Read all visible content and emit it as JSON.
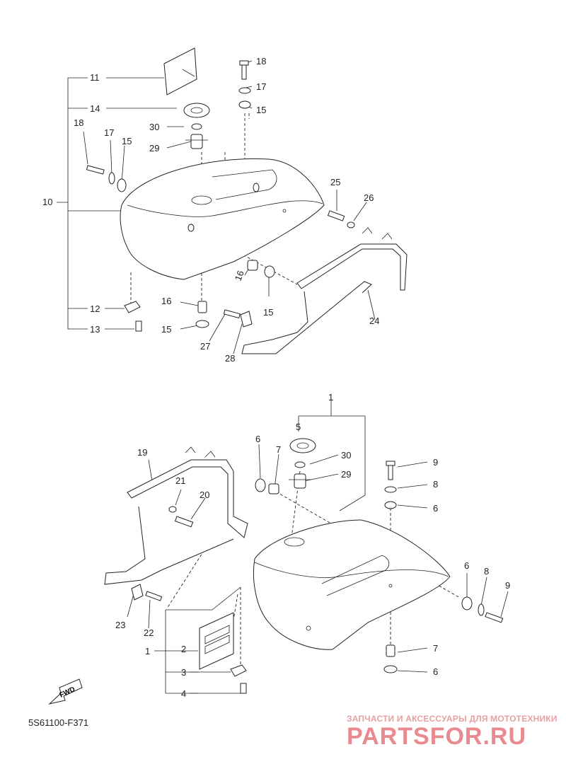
{
  "diagram_code": "5S61100-F371",
  "fwd_label": "FWD",
  "watermark": {
    "subtitle": "ЗАПЧАСТИ И АКСЕССУАРЫ ДЛЯ МОТОТЕХНИКИ",
    "logo": "PARTSFOR.RU"
  },
  "callouts": [
    {
      "id": "t11",
      "text": "11"
    },
    {
      "id": "t14",
      "text": "14"
    },
    {
      "id": "t30a",
      "text": "30"
    },
    {
      "id": "t29a",
      "text": "29"
    },
    {
      "id": "t18a",
      "text": "18"
    },
    {
      "id": "t17a",
      "text": "17"
    },
    {
      "id": "t15a",
      "text": "15"
    },
    {
      "id": "t18b",
      "text": "18"
    },
    {
      "id": "t17b",
      "text": "17"
    },
    {
      "id": "t15b",
      "text": "15"
    },
    {
      "id": "t10",
      "text": "10"
    },
    {
      "id": "t25",
      "text": "25"
    },
    {
      "id": "t26",
      "text": "26"
    },
    {
      "id": "t12",
      "text": "12"
    },
    {
      "id": "t13",
      "text": "13"
    },
    {
      "id": "t16a",
      "text": "16"
    },
    {
      "id": "t15c",
      "text": "15"
    },
    {
      "id": "t16b",
      "text": "16"
    },
    {
      "id": "t15d",
      "text": "15"
    },
    {
      "id": "t27",
      "text": "27"
    },
    {
      "id": "t28",
      "text": "28"
    },
    {
      "id": "t24",
      "text": "24"
    },
    {
      "id": "t1a",
      "text": "1"
    },
    {
      "id": "t5",
      "text": "5"
    },
    {
      "id": "t30b",
      "text": "30"
    },
    {
      "id": "t29b",
      "text": "29"
    },
    {
      "id": "t6a",
      "text": "6"
    },
    {
      "id": "t7a",
      "text": "7"
    },
    {
      "id": "t19",
      "text": "19"
    },
    {
      "id": "t21",
      "text": "21"
    },
    {
      "id": "t20",
      "text": "20"
    },
    {
      "id": "t9a",
      "text": "9"
    },
    {
      "id": "t8a",
      "text": "8"
    },
    {
      "id": "t6b",
      "text": "6"
    },
    {
      "id": "t6c",
      "text": "6"
    },
    {
      "id": "t8b",
      "text": "8"
    },
    {
      "id": "t9b",
      "text": "9"
    },
    {
      "id": "t23",
      "text": "23"
    },
    {
      "id": "t22",
      "text": "22"
    },
    {
      "id": "t1b",
      "text": "1"
    },
    {
      "id": "t2",
      "text": "2"
    },
    {
      "id": "t3",
      "text": "3"
    },
    {
      "id": "t4",
      "text": "4"
    },
    {
      "id": "t7b",
      "text": "7"
    },
    {
      "id": "t6d",
      "text": "6"
    }
  ]
}
